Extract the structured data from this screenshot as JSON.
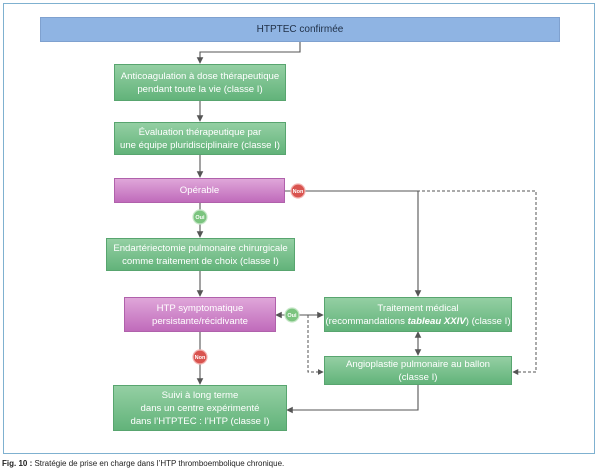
{
  "nodes": {
    "confirmed": "HTPTEC confirmée",
    "anticoag_l1": "Anticoagulation à dose thérapeutique",
    "anticoag_l2": "pendant toute la vie (classe I)",
    "eval_l1": "Évaluation thérapeutique par",
    "eval_l2": "une équipe pluridisciplinaire (classe I)",
    "operable": "Opérable",
    "endart_l1": "Endartériectomie pulmonaire chirurgicale",
    "endart_l2": "comme traitement de choix (classe I)",
    "htp_l1": "HTP symptomatique",
    "htp_l2": "persistante/récidivante",
    "medical_l1": "Traitement médical",
    "medical_l2_pre": "(recommandations ",
    "medical_l2_em": "tableau XXIV",
    "medical_l2_post": ") (classe I)",
    "angio_l1": "Angioplastie pulmonaire au ballon",
    "angio_l2": "(classe I)",
    "followup_l1": "Suivi à long terme",
    "followup_l2": "dans un centre expérimenté",
    "followup_l3": "dans l’HTPTEC : l’HTP (classe I)"
  },
  "badges": {
    "yes": "Oui",
    "no": "Non"
  },
  "colors": {
    "blue": "#8fb4e3",
    "green": "#62b37a",
    "pink": "#c06bbb",
    "yes_badge": "#7bc47f",
    "no_badge": "#d9534f",
    "arrow": "#555555"
  },
  "caption": {
    "label": "Fig. 10 :",
    "text": " Stratégie de prise en charge dans l’HTP thromboembolique chronique."
  }
}
